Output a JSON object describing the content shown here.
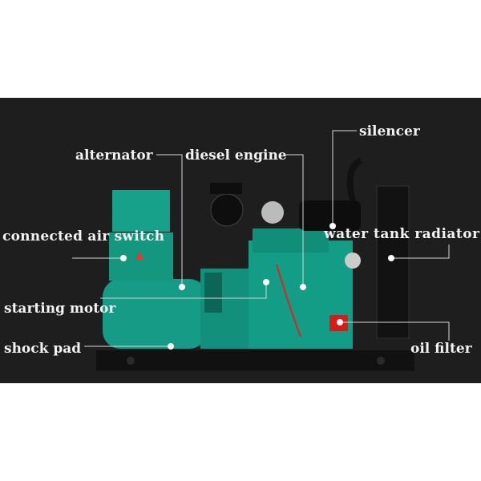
{
  "labels": {
    "silencer": "silencer",
    "alternator": "alternator",
    "diesel_engine": "diesel engine",
    "connected_air_switch": "connected air switch",
    "water_tank_radiator": "water tank radiator",
    "starting_motor": "starting motor",
    "shock_pad": "shock pad",
    "oil_filter": "oil filter"
  },
  "colors": {
    "background": "#1e1e1e",
    "generator_green": "#14a58c",
    "oil_filter_red": "#d81a1a"
  }
}
